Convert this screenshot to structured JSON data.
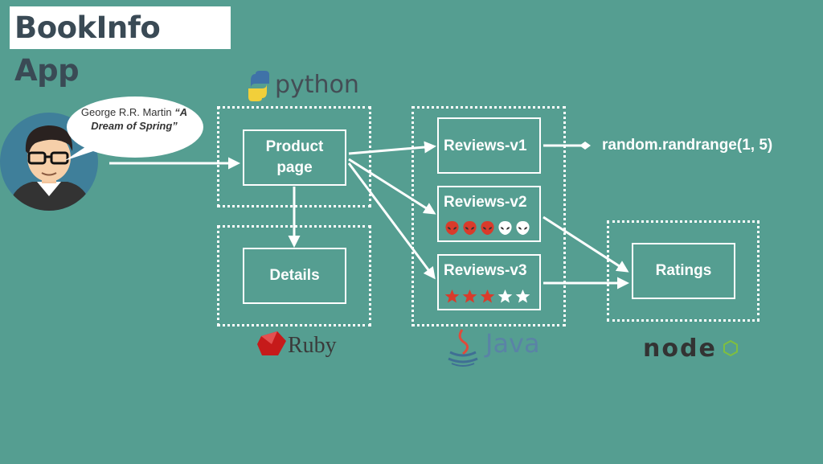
{
  "title": "BookInfo App",
  "user_quote": {
    "author": "George R.R. Martin",
    "book": "“A Dream of Spring”"
  },
  "services": {
    "productpage": "Product page",
    "details": "Details",
    "reviews": [
      {
        "label": "Reviews-v1",
        "marks": []
      },
      {
        "label": "Reviews-v2",
        "marks": [
          "red",
          "red",
          "red",
          "white",
          "white"
        ],
        "mark_icon": "alien-icon"
      },
      {
        "label": "Reviews-v3",
        "marks": [
          "red",
          "red",
          "red",
          "white",
          "white"
        ],
        "mark_icon": "star-icon"
      }
    ],
    "ratings": "Ratings"
  },
  "reviews_v1_call": "random.randrange(1, 5)",
  "languages": {
    "python": "python",
    "ruby": "Ruby",
    "java": "Java",
    "node": "node"
  },
  "colors": {
    "background": "#559e91",
    "mark_red": "#d93b2b",
    "mark_white": "#ffffff",
    "title_text": "#3a4a55"
  }
}
